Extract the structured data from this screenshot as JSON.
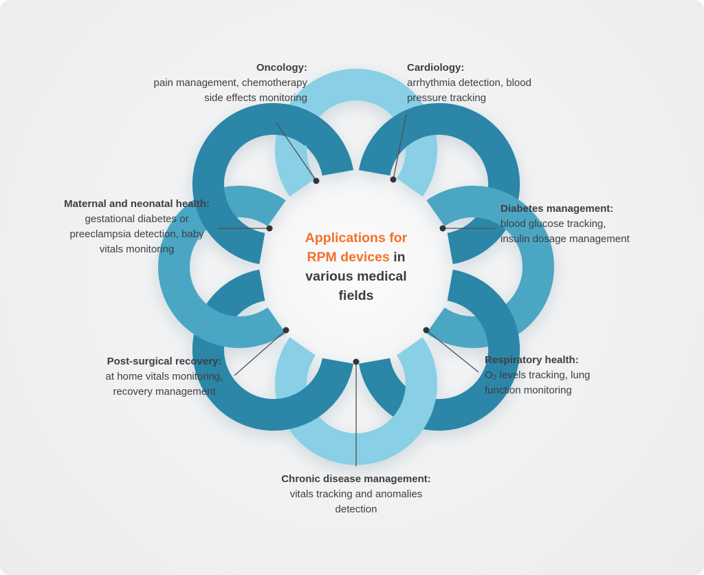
{
  "canvas": {
    "background": "#f1f1f2",
    "corner_style": "rounded"
  },
  "center_title": {
    "line1_orange": "Applications for",
    "line2_orange": "RPM devices",
    "line2_dark": " in",
    "line3": "various medical",
    "line4": "fields",
    "highlight_color": "#F4702A",
    "text_color": "#3D3D3F"
  },
  "flower": {
    "petal_colors": [
      "#89CFE6",
      "#2B86A8",
      "#4BA6C4",
      "#2B86A8",
      "#89CFE6",
      "#2B86A8",
      "#4BA6C4",
      "#2B86A8"
    ],
    "dot_color": "#343436",
    "line_color": "#4F4F51"
  },
  "labels": [
    {
      "id": "oncology",
      "heading": "Oncology:",
      "desc_lines": [
        "pain management, chemotherapy",
        "side effects monitoring"
      ]
    },
    {
      "id": "cardiology",
      "heading": "Cardiology:",
      "desc_lines": [
        "arrhythmia detection, blood",
        "pressure tracking"
      ]
    },
    {
      "id": "diabetes",
      "heading": "Diabetes management:",
      "desc_lines": [
        "blood glucose tracking,",
        "insulin dosage management"
      ]
    },
    {
      "id": "respiratory",
      "heading": "Respiratory health:",
      "desc_lines": [
        "O₂ levels tracking, lung",
        "function monitoring"
      ]
    },
    {
      "id": "chronic",
      "heading": "Chronic disease management:",
      "desc_lines": [
        "vitals tracking and anomalies",
        "detection"
      ]
    },
    {
      "id": "post_surgical",
      "heading": "Post-surgical recovery:",
      "desc_lines": [
        "at home vitals monitoring,",
        "recovery management"
      ]
    },
    {
      "id": "maternal",
      "heading": "Maternal and neonatal health:",
      "desc_lines": [
        "gestational diabetes or",
        "preeclampsia detection, baby",
        "vitals monitoring"
      ]
    }
  ]
}
